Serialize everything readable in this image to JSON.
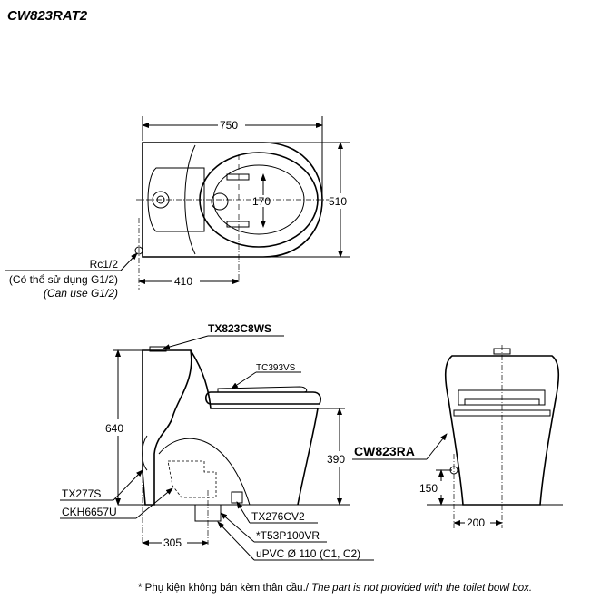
{
  "title": "CW823RAT2",
  "top_view": {
    "width_dim": "750",
    "depth_dim": "510",
    "seat_dim": "170",
    "inlet_dim": "410",
    "inlet_label": "Rc1/2",
    "inlet_note_vi": "(Có thể sử dụng G1/2)",
    "inlet_note_en": "(Can use G1/2)"
  },
  "side_view": {
    "tank_part": "TX823C8WS",
    "seat_part": "TC393VS",
    "height_dim": "640",
    "seat_height_dim": "390",
    "rough_in_dim": "305",
    "parts": [
      "TX277S",
      "CKH6657U",
      "TX276CV2",
      "*T53P100VR",
      "uPVC Ø 110 (C1, C2)"
    ]
  },
  "front_view": {
    "model": "CW823RA",
    "inlet_height_dim": "150",
    "inlet_offset_dim": "200"
  },
  "footnote_vi": "* Phụ kiện không bán kèm thân cầu./ ",
  "footnote_en": "The part is not provided with the toilet bowl box."
}
